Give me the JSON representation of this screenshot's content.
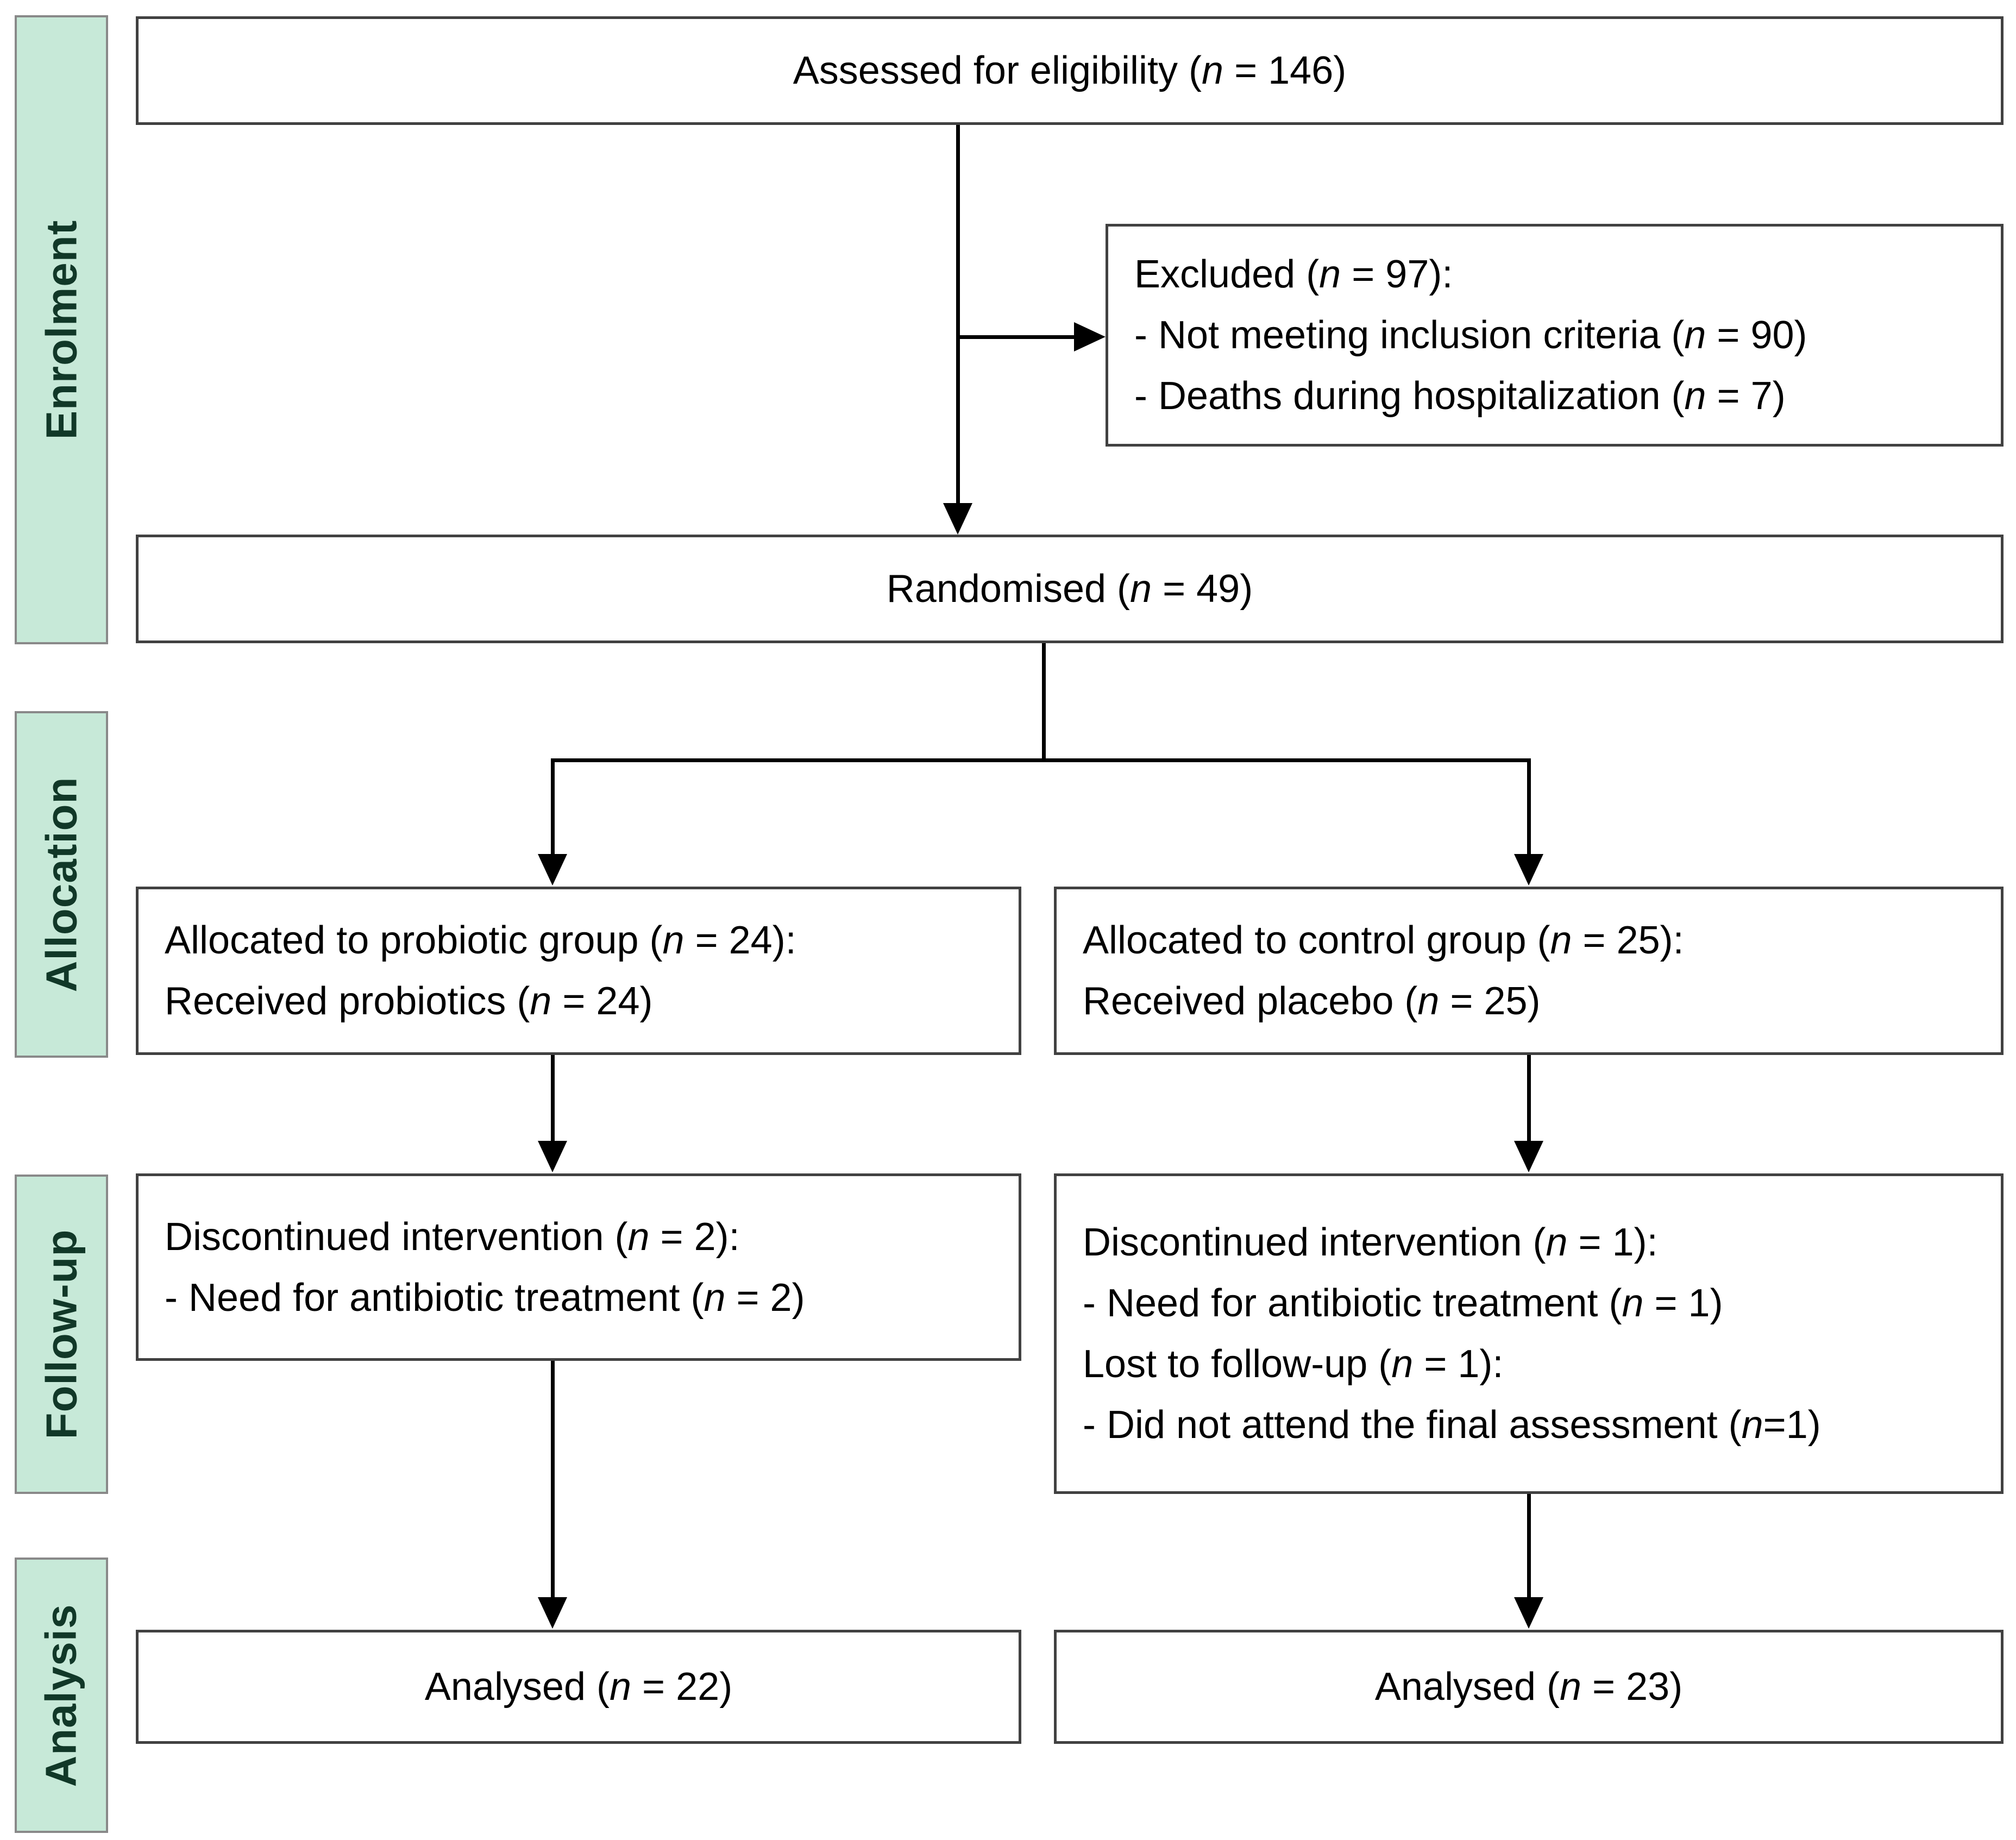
{
  "colors": {
    "page_bg": "#ffffff",
    "stage_bg": "#c7e9d8",
    "stage_text": "#113828",
    "stage_border": "#898989",
    "box_border": "#414141",
    "arrow": "#000000"
  },
  "stages": [
    {
      "label": "Enrolment"
    },
    {
      "label": "Allocation"
    },
    {
      "label": "Follow-up"
    },
    {
      "label": "Analysis"
    }
  ],
  "boxes": {
    "assessed": {
      "lines": [
        "Assessed for eligibility (n = 146)"
      ]
    },
    "excluded": {
      "lines": [
        "Excluded (n = 97):",
        "- Not meeting inclusion criteria (n = 90)",
        "- Deaths during hospitalization (n = 7)"
      ]
    },
    "randomised": {
      "lines": [
        "Randomised (n = 49)"
      ]
    },
    "allocated_probiotic": {
      "lines": [
        "Allocated to probiotic group (n = 24):",
        "Received probiotics (n = 24)"
      ]
    },
    "allocated_control": {
      "lines": [
        "Allocated to control group (n = 25):",
        "Received placebo (n = 25)"
      ]
    },
    "followup_probiotic": {
      "lines": [
        "Discontinued intervention (n = 2):",
        "- Need for antibiotic treatment (n = 2)"
      ]
    },
    "followup_control": {
      "lines": [
        "Discontinued intervention (n = 1):",
        "- Need for antibiotic treatment (n = 1)",
        "Lost to follow-up (n = 1):",
        "- Did not attend the final assessment (n=1)"
      ]
    },
    "analysed_probiotic": {
      "lines": [
        "Analysed (n = 22)"
      ]
    },
    "analysed_control": {
      "lines": [
        "Analysed (n = 23)"
      ]
    }
  }
}
